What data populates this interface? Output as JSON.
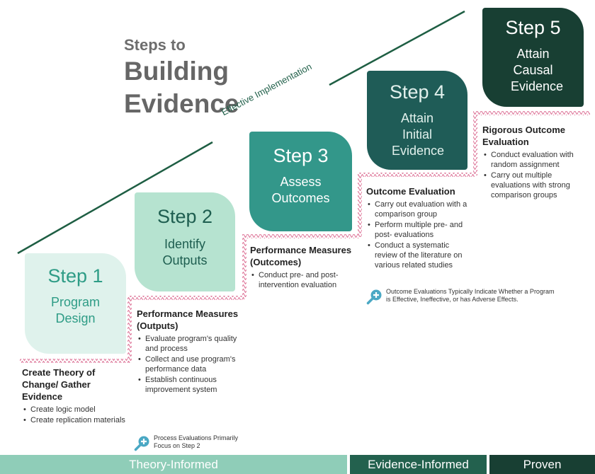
{
  "title": {
    "pre": "Steps to",
    "main_line1": "Building",
    "main_line2": "Evidence"
  },
  "implementation_label": "Effective Implementation",
  "steps": [
    {
      "number": "Step 1",
      "name": "Program Design"
    },
    {
      "number": "Step 2",
      "name": "Identify Outputs"
    },
    {
      "number": "Step 3",
      "name": "Assess Outcomes"
    },
    {
      "number": "Step 4",
      "name": "Attain Initial Evidence"
    },
    {
      "number": "Step 5",
      "name": "Attain Causal Evidence"
    }
  ],
  "blocks": [
    {
      "heading": "Create Theory of Change/ Gather Evidence",
      "items": [
        "Create logic model",
        "Create replication materials"
      ]
    },
    {
      "heading": "Performance Measures (Outputs)",
      "items": [
        "Evaluate program's quality and process",
        "Collect and use program's performance data",
        "Establish continuous improvement system"
      ]
    },
    {
      "heading": "Performance Measures (Outcomes)",
      "items": [
        "Conduct pre- and post-intervention evaluation"
      ]
    },
    {
      "heading": "Outcome Evaluation",
      "items": [
        "Carry out evaluation with a comparison group",
        "Perform multiple pre- and post- evaluations",
        "Conduct a systematic review of the literature on various related studies"
      ]
    },
    {
      "heading": "Rigorous Outcome Evaluation",
      "items": [
        "Conduct evaluation with random assignment",
        "Carry out multiple evaluations with strong comparison groups"
      ]
    }
  ],
  "notes": {
    "process": "Process Evaluations Primarily Focus on Step 2",
    "outcome": "Outcome Evaluations Typically Indicate Whether a Program is Effective, Ineffective, or has Adverse Effects."
  },
  "bands": {
    "theory": "Theory-Informed",
    "evidence": "Evidence-Informed",
    "proven": "Proven"
  },
  "colors": {
    "step1": "#dff2ec",
    "step2": "#b6e3d0",
    "step3": "#33978a",
    "step4": "#1f5c57",
    "step5": "#183f33",
    "line": "#1e5e43",
    "stair": "#e07fa0"
  }
}
